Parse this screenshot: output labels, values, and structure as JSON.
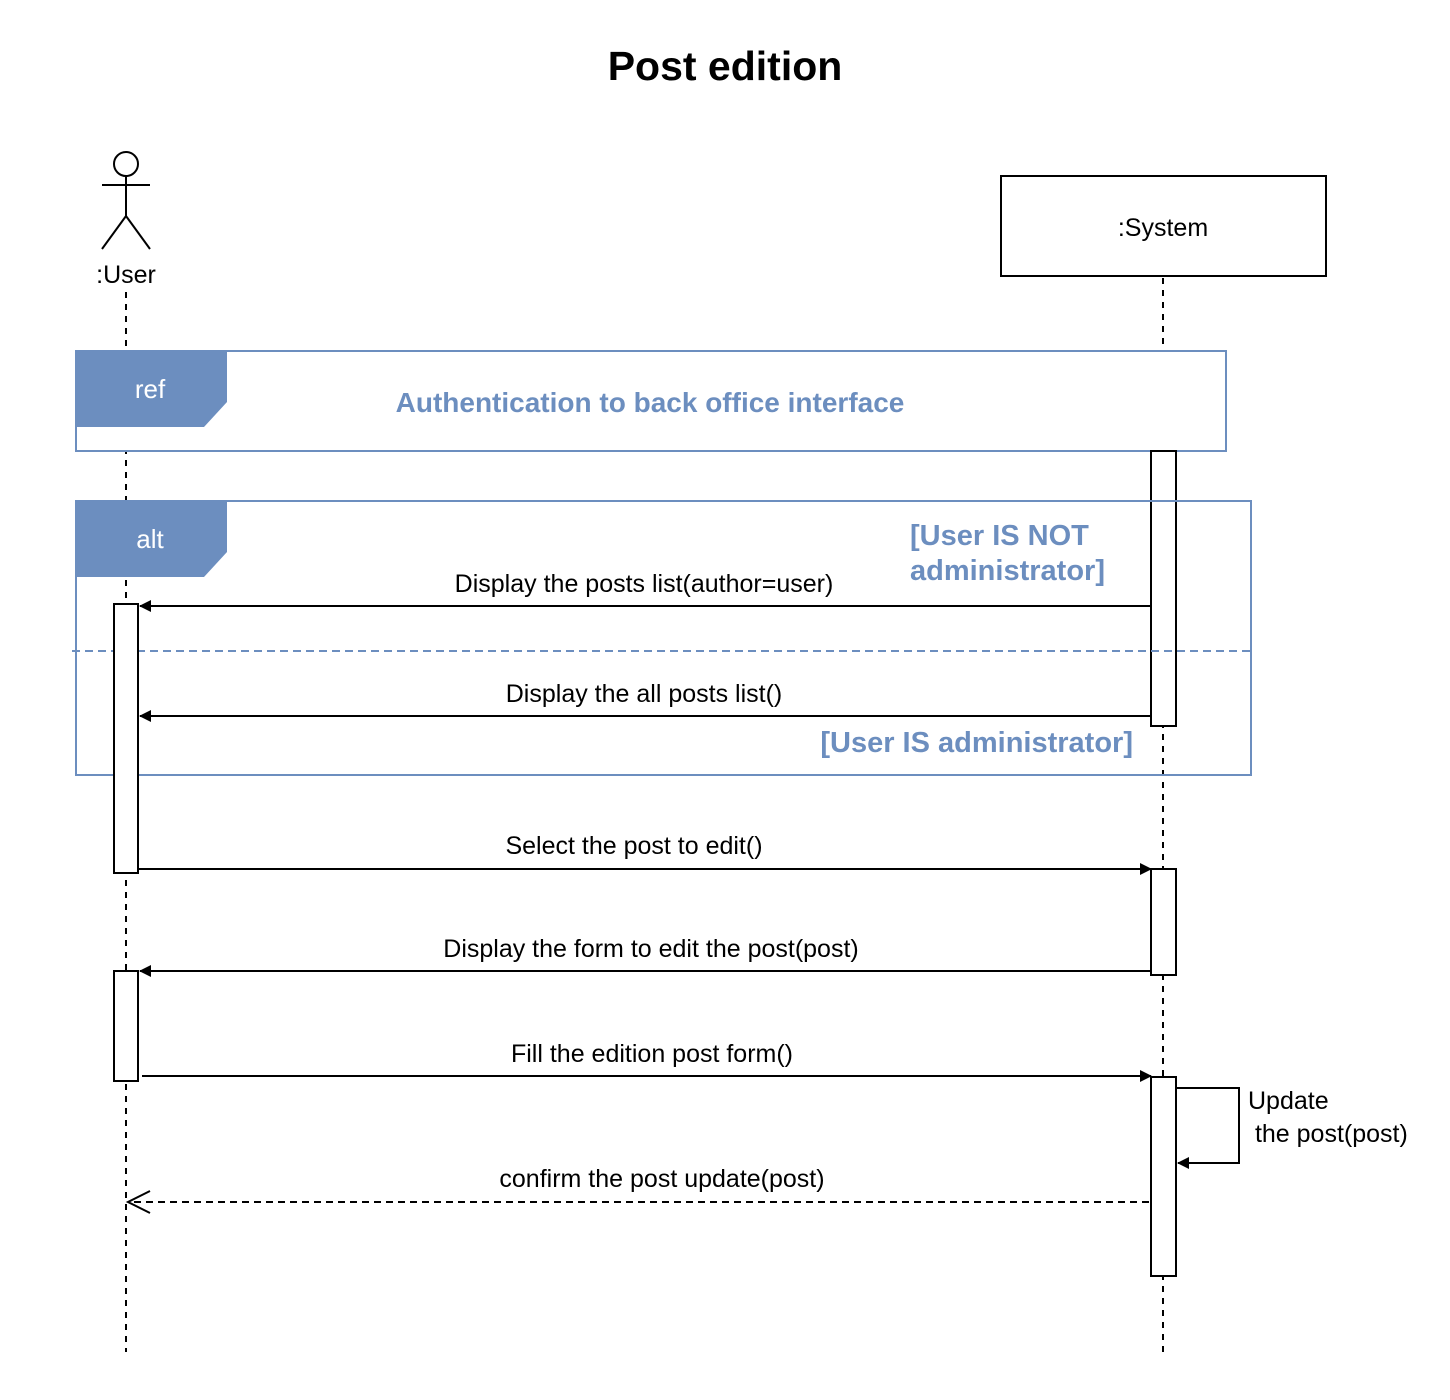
{
  "title": "Post edition",
  "colors": {
    "frame": "#6c8ebf",
    "frame_text": "#6c8ebf",
    "tag_text": "#ffffff",
    "line": "#000000"
  },
  "participants": {
    "user": {
      "label": ":User",
      "kind": "actor"
    },
    "system": {
      "label": ":System",
      "kind": "lifeline-box"
    }
  },
  "frames": {
    "ref": {
      "tag": "ref",
      "text": "Authentication to back office interface"
    },
    "alt": {
      "tag": "alt",
      "guard_1_line1": "[User IS NOT",
      "guard_1_line2": "administrator]",
      "guard_2": "[User IS administrator]"
    }
  },
  "messages": [
    {
      "label": "Display the posts list(author=user)",
      "from": "system",
      "to": "user",
      "kind": "sync"
    },
    {
      "label": "Display the all posts list()",
      "from": "system",
      "to": "user",
      "kind": "sync"
    },
    {
      "label": "Select the post to edit()",
      "from": "user",
      "to": "system",
      "kind": "sync"
    },
    {
      "label": "Display the form to edit the post(post)",
      "from": "system",
      "to": "user",
      "kind": "sync"
    },
    {
      "label": "Fill the edition post form()",
      "from": "user",
      "to": "system",
      "kind": "sync"
    },
    {
      "label": "confirm the post update(post)",
      "from": "system",
      "to": "user",
      "kind": "return"
    }
  ],
  "self_call": {
    "line1": "Update",
    "line2": " the post(post)"
  }
}
